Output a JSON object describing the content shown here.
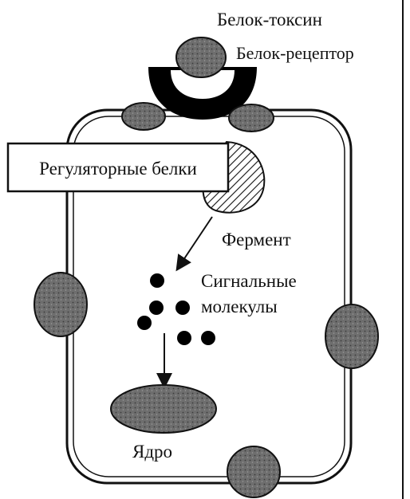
{
  "labels": {
    "toxin": "Белок-токсин",
    "receptor": "Белок-рецептор",
    "regulatory": "Регуляторные белки",
    "enzyme": "Фермент",
    "signal_line1": "Сигнальные",
    "signal_line2": "молекулы",
    "nucleus": "Ядро"
  },
  "colors": {
    "ink": "#111111",
    "protein_fill": "#6e6e6e",
    "background": "#ffffff"
  }
}
